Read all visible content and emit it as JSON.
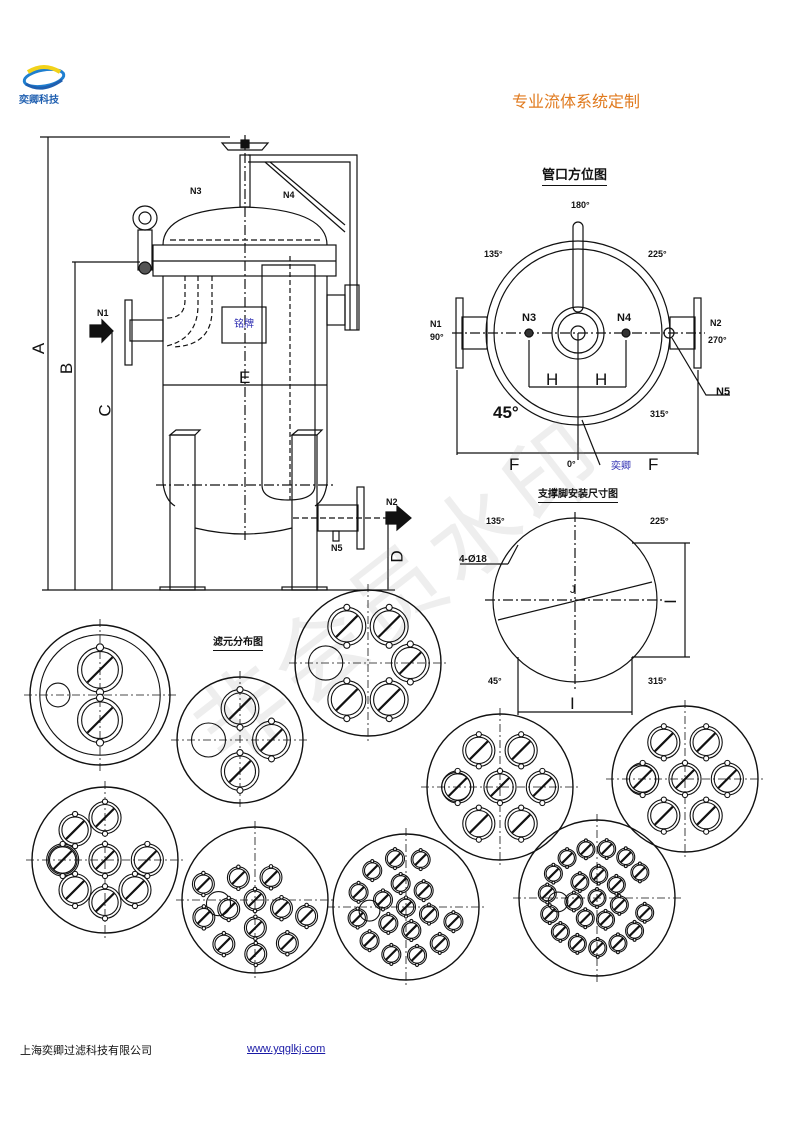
{
  "header": {
    "logo_text": "奕卿科技",
    "slogan": "专业流体系统定制"
  },
  "vessel": {
    "n1": "N1",
    "n2": "N2",
    "n3": "N3",
    "n4": "N4",
    "n5": "N5",
    "dim_a": "A",
    "dim_b": "B",
    "dim_c": "C",
    "dim_d": "D",
    "dim_e": "E",
    "nameplate": "铭牌"
  },
  "orientation": {
    "title": "管口方位图",
    "a180": "180°",
    "a135": "135°",
    "a225": "225°",
    "a90": "90°",
    "a270": "270°",
    "a45": "45°",
    "a315": "315°",
    "a0": "0°",
    "n1": "N1",
    "n2": "N2",
    "n3": "N3",
    "n4": "N4",
    "n5": "N5",
    "h": "H",
    "f": "F",
    "tag": "奕卿"
  },
  "support": {
    "title": "支撑脚安装尺寸图",
    "holes": "4-Ø18",
    "a135": "135°",
    "a225": "225°",
    "a45": "45°",
    "a315": "315°",
    "j": "J",
    "i": "I"
  },
  "filters": {
    "title": "滤元分布图",
    "layouts": [
      {
        "count": 2
      },
      {
        "count": 3
      },
      {
        "count": 5
      },
      {
        "count": 7
      },
      {
        "count": 7
      },
      {
        "count": 8
      },
      {
        "count": 12
      },
      {
        "count": 17
      },
      {
        "count": 22
      }
    ]
  },
  "watermark": "非会员水印",
  "footer": {
    "company": "上海奕卿过滤科技有限公司",
    "url": "www.yqglkj.com"
  },
  "colors": {
    "slogan": "#e07a1e",
    "logo": "#1f5fb0",
    "link": "#1a1aa6"
  }
}
